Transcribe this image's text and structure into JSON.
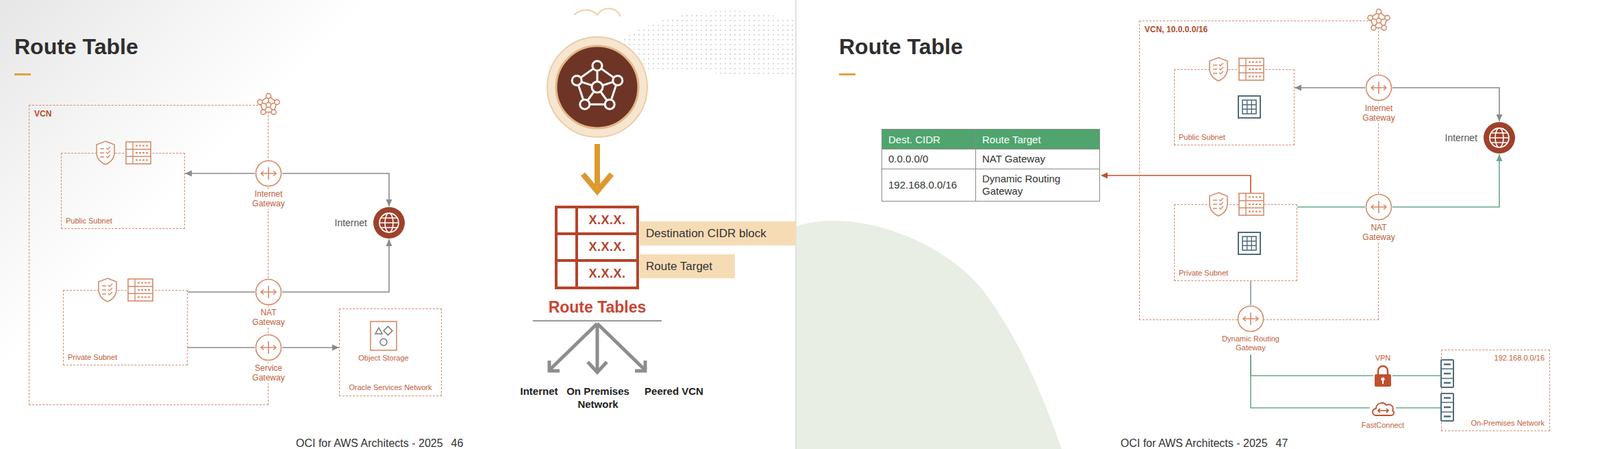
{
  "diagram": {
    "title": "Route Table",
    "nodes": [
      {
        "text": [
          "VCN"
        ]
      },
      {
        "text": [
          "Public Subnet"
        ],
        "in": 0
      },
      {
        "text": [
          "Internet Gateway"
        ]
      },
      {
        "text": [
          "Internet"
        ]
      },
      {
        "text": [
          "Private Subnet"
        ],
        "in": 0
      },
      {
        "text": [
          "NAT Gateway"
        ]
      },
      {
        "text": [
          "Service Gateway"
        ]
      },
      {
        "text": [
          "Oracle Services Network"
        ]
      },
      {
        "text": [
          "Object Storage"
        ],
        "in": 7
      },
      {
        "text": [
          "Destination CIDR block"
        ]
      },
      {
        "text": [
          "Route Target"
        ]
      },
      {
        "text": [
          "VCN, 10.0.0.0/16"
        ]
      },
      {
        "text": [
          "Public Subnet"
        ],
        "in": 11
      },
      {
        "text": [
          "Internet Gateway"
        ]
      },
      {
        "text": [
          "Internet"
        ]
      },
      {
        "text": [
          "Private Subnet"
        ],
        "in": 11
      },
      {
        "text": [
          "NAT Gateway"
        ]
      },
      {
        "text": [
          "Dynamic Routing Gateway"
        ]
      },
      {
        "text": [
          "VPN"
        ]
      },
      {
        "text": [
          "FastConnect"
        ]
      },
      {
        "text": [
          "192.168.0.0/16",
          "On-Premises Network"
        ]
      }
    ],
    "edges": [
      {
        "from": 2,
        "to": 1,
        "arrow": "to"
      },
      {
        "from": 2,
        "to": 3,
        "arrow": "to"
      },
      {
        "from": 4,
        "to": 5,
        "arrow": "none"
      },
      {
        "from": 5,
        "to": 3,
        "arrow": "to"
      },
      {
        "from": 4,
        "to": 6,
        "arrow": "none"
      },
      {
        "from": 6,
        "to": 7,
        "arrow": "to"
      },
      {
        "from": 13,
        "to": 12,
        "arrow": "to"
      },
      {
        "from": 13,
        "to": 14,
        "arrow": "to"
      },
      {
        "from": 15,
        "to": 16,
        "arrow": "none"
      },
      {
        "from": 16,
        "to": 14,
        "arrow": "to"
      },
      {
        "from": 15,
        "to": 17,
        "arrow": "none"
      },
      {
        "from": 17,
        "to": 18,
        "arrow": "none"
      },
      {
        "from": 17,
        "to": 19,
        "arrow": "none"
      },
      {
        "from": 18,
        "to": 20,
        "arrow": "none"
      },
      {
        "from": 19,
        "to": 20,
        "arrow": "none"
      }
    ],
    "labels": [
      "Route Table",
      "X.X.X.",
      "X.X.X.",
      "X.X.X.",
      "Route Tables",
      "Internet",
      "On Premises Network",
      "Peered VCN",
      "OCI for AWS Architects - 2025",
      "46",
      "Dest. CIDR",
      "Route Target",
      "0.0.0.0/0",
      "NAT Gateway",
      "192.168.0.0/16",
      "Dynamic Routing Gateway",
      "OCI for AWS Architects - 2025",
      "47"
    ]
  }
}
